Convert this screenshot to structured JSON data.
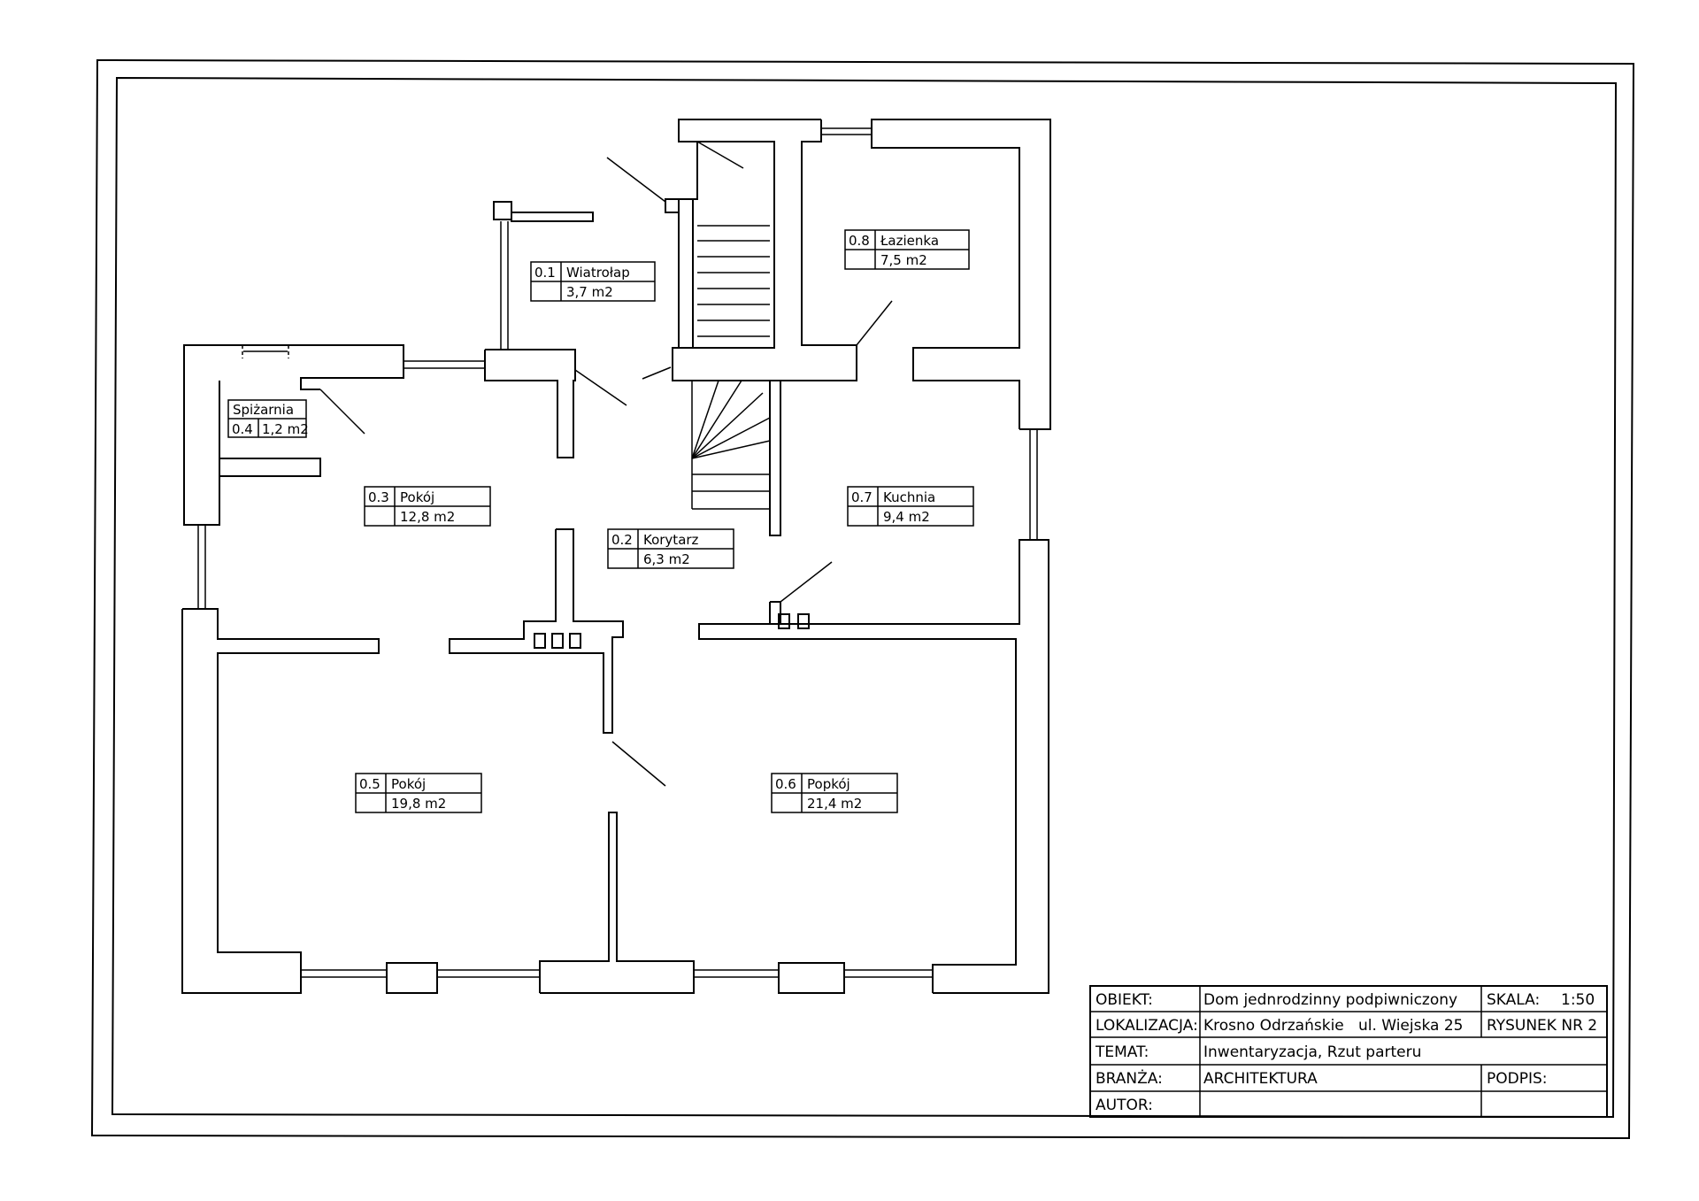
{
  "rooms": [
    {
      "id": "r01",
      "number": "0.1",
      "name": "Wiatrołap",
      "area": "3,7 m2"
    },
    {
      "id": "r02",
      "number": "0.2",
      "name": "Korytarz",
      "area": "6,3 m2"
    },
    {
      "id": "r03",
      "number": "0.3",
      "name": "Pokój",
      "area": "12,8 m2"
    },
    {
      "id": "r04",
      "number": "0.4",
      "name": "Spiżarnia",
      "area": "1,2 m2"
    },
    {
      "id": "r05",
      "number": "0.5",
      "name": "Pokój",
      "area": "19,8 m2"
    },
    {
      "id": "r06",
      "number": "0.6",
      "name": "Popkój",
      "area": "21,4 m2"
    },
    {
      "id": "r07",
      "number": "0.7",
      "name": "Kuchnia",
      "area": "9,4 m2"
    },
    {
      "id": "r08",
      "number": "0.8",
      "name": "Łazienka",
      "area": "7,5 m2"
    }
  ],
  "title_block": {
    "obiekt_label": "OBIEKT:",
    "obiekt_value": "Dom jednrodzinny podpiwniczony",
    "skala_label": "SKALA:",
    "skala_value": "1:50",
    "lokalizacja_label": "LOKALIZACJA:",
    "lokalizacja_value": "Krosno Odrzańskie   ul. Wiejska 25",
    "rysunek": "RYSUNEK NR 2",
    "temat_label": "TEMAT:",
    "temat_value": "Inwentaryzacja, Rzut parteru",
    "branza_label": "BRANŻA:",
    "branza_value": "ARCHITEKTURA",
    "podpis_label": "PODPIS:",
    "autor_label": "AUTOR:"
  }
}
